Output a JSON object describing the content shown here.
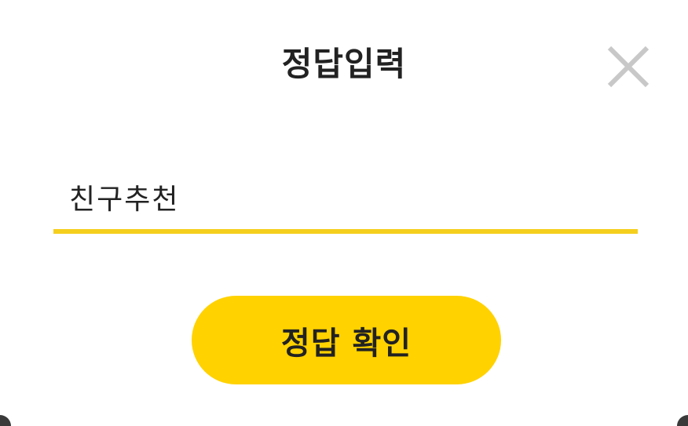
{
  "dialog": {
    "title": "정답입력",
    "close_icon": "close-icon",
    "input": {
      "value": "친구추천",
      "placeholder": ""
    },
    "confirm_label": "정답 확인"
  },
  "colors": {
    "accent": "#ffd200",
    "underline": "#f5cf1e",
    "close_icon": "#c8c8c8",
    "text": "#222222"
  }
}
